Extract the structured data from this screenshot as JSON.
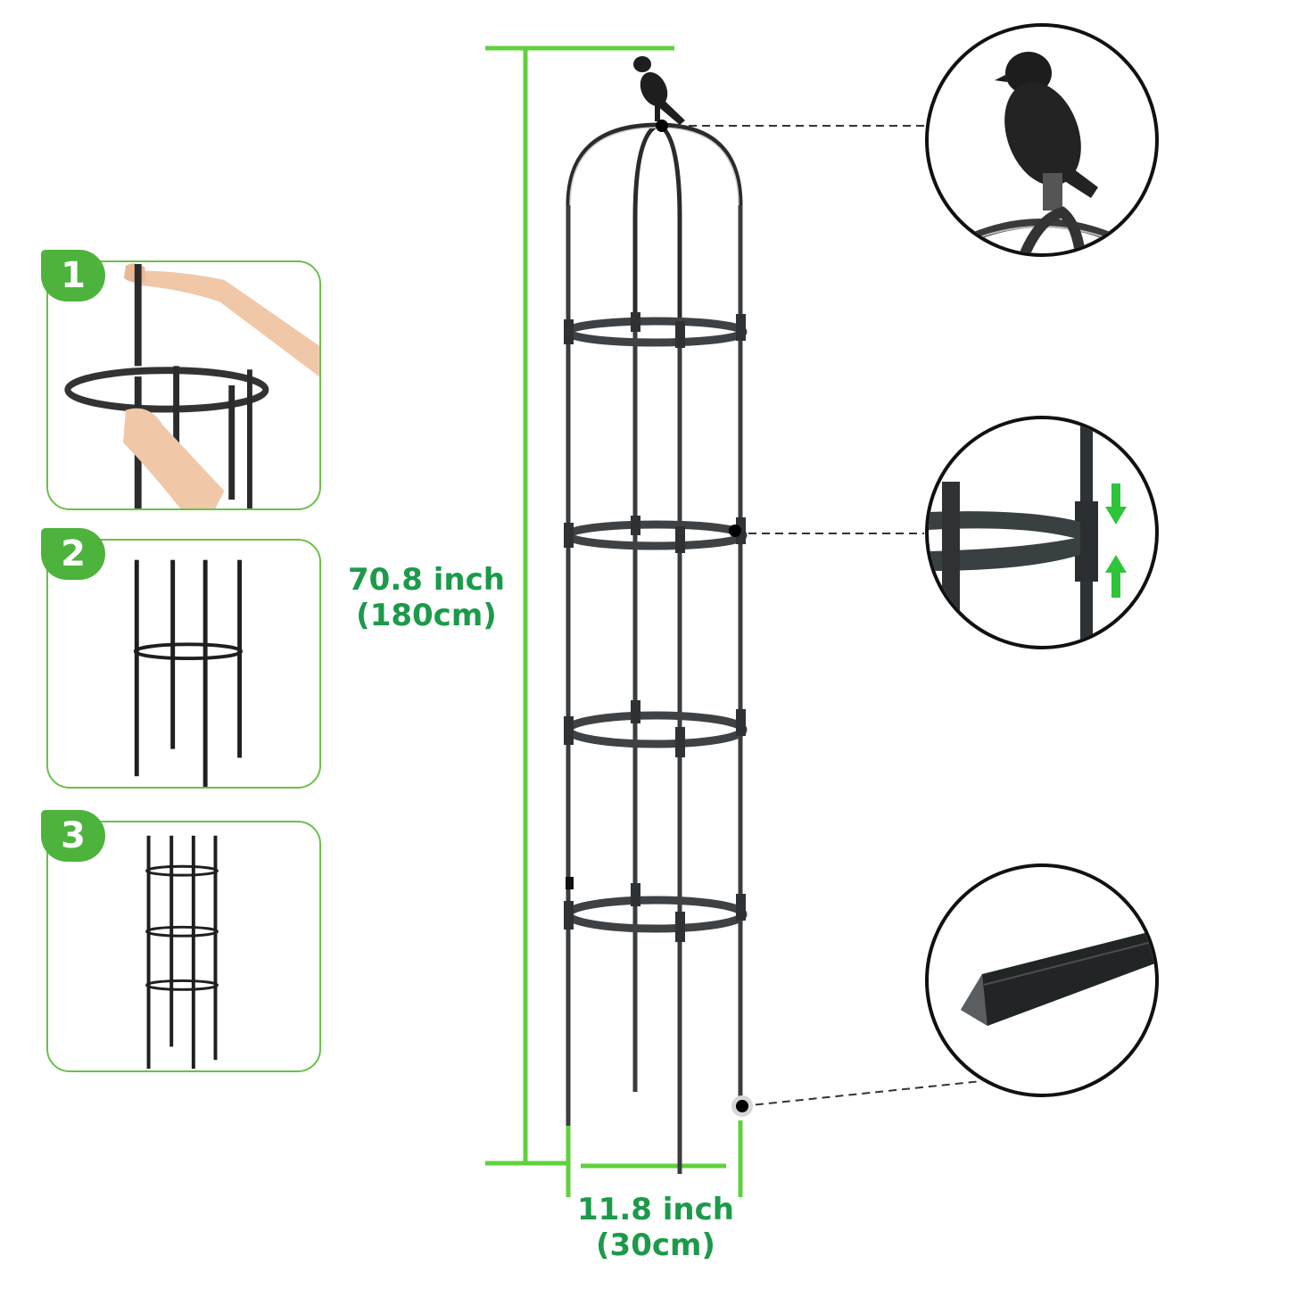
{
  "colors": {
    "accent_green": "#5fd13c",
    "panel_border": "#6cc04a",
    "badge_green": "#4db33d",
    "label_green": "#1c9a4a",
    "frame_dark": "#3a3d3f"
  },
  "steps": [
    {
      "number": "1",
      "caption": "insert-stake-into-ring"
    },
    {
      "number": "2",
      "caption": "attach-ring-to-stakes"
    },
    {
      "number": "3",
      "caption": "stack-rings-to-build-tower"
    }
  ],
  "dimensions": {
    "height": {
      "imperial": "70.8 inch",
      "metric": "(180cm)"
    },
    "width": {
      "imperial": "11.8 inch",
      "metric": "(30cm)"
    }
  },
  "details": [
    {
      "name": "bird-finial-detail",
      "icon": "bird-icon"
    },
    {
      "name": "ring-connector-detail",
      "icon": "arrows-icon"
    },
    {
      "name": "pointed-stake-detail",
      "icon": "stake-tip-icon"
    }
  ]
}
